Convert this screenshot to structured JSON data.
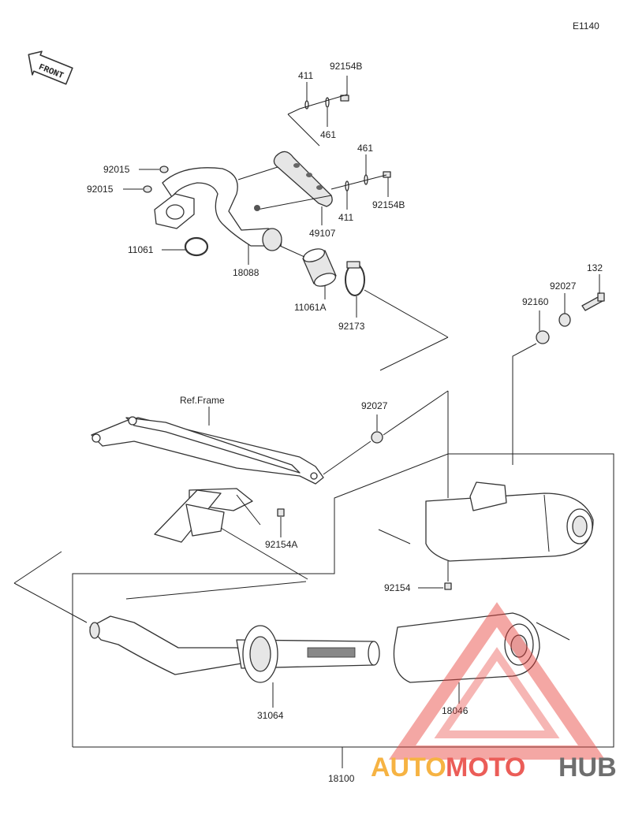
{
  "diagram": {
    "code": "E1140",
    "front_label": "FRONT",
    "ref_frame": "Ref.Frame",
    "labels": {
      "p411_top": "411",
      "p92154B_top": "92154B",
      "p461_top": "461",
      "p461_right": "461",
      "p92154B_right": "92154B",
      "p411_right": "411",
      "p49107": "49107",
      "p92015_a": "92015",
      "p92015_b": "92015",
      "p11061": "11061",
      "p18088": "18088",
      "p11061A": "11061A",
      "p92173": "92173",
      "p132": "132",
      "p92027_top": "92027",
      "p92160": "92160",
      "p92027_mid": "92027",
      "p92154A": "92154A",
      "p92154": "92154",
      "p31064": "31064",
      "p18046": "18046",
      "p18100": "18100"
    }
  },
  "watermark": {
    "part1": "AUTO",
    "part2": "MOTO",
    "part3": "HUB",
    "colors": {
      "auto": "#f5a623",
      "moto": "#e8413c",
      "hub": "#555555",
      "triangle": "#e8413c"
    }
  }
}
